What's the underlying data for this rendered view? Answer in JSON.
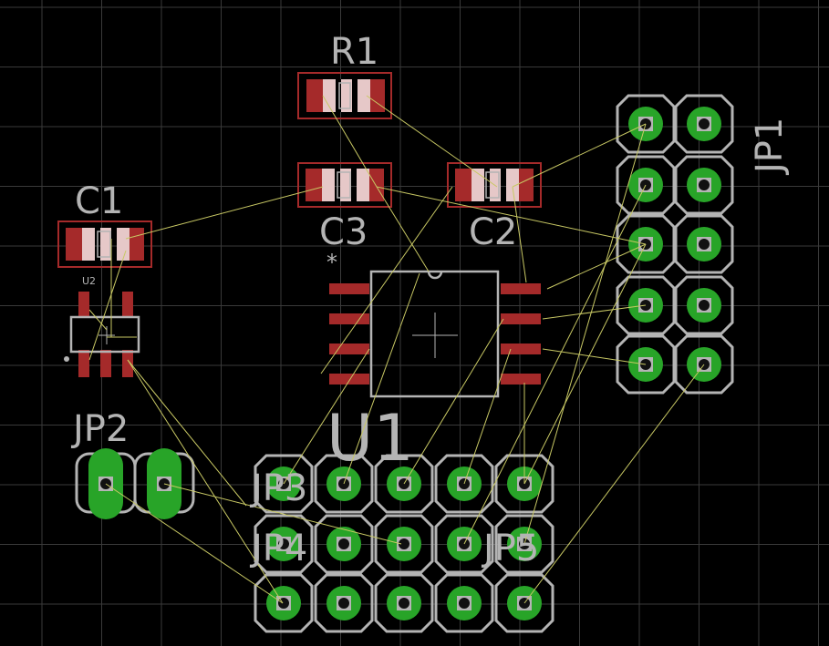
{
  "colors": {
    "background": "#000000",
    "grid": "#3c3c3c",
    "silkscreen": "#b4b4b4",
    "smd_pad": "#a52a2a",
    "smd_pad_light": "#e6c8c8",
    "via_ring": "#28a428",
    "airwire": "#c8c864"
  },
  "labels": {
    "r1": "R1",
    "c1": "C1",
    "c2": "C2",
    "c3": "C3",
    "u1": "U1",
    "u2": "U2",
    "jp1": "JP1",
    "jp2": "JP2",
    "jp3": "JP3",
    "jp4": "JP4",
    "jp5": "JP5",
    "pin1_marker": "*"
  }
}
